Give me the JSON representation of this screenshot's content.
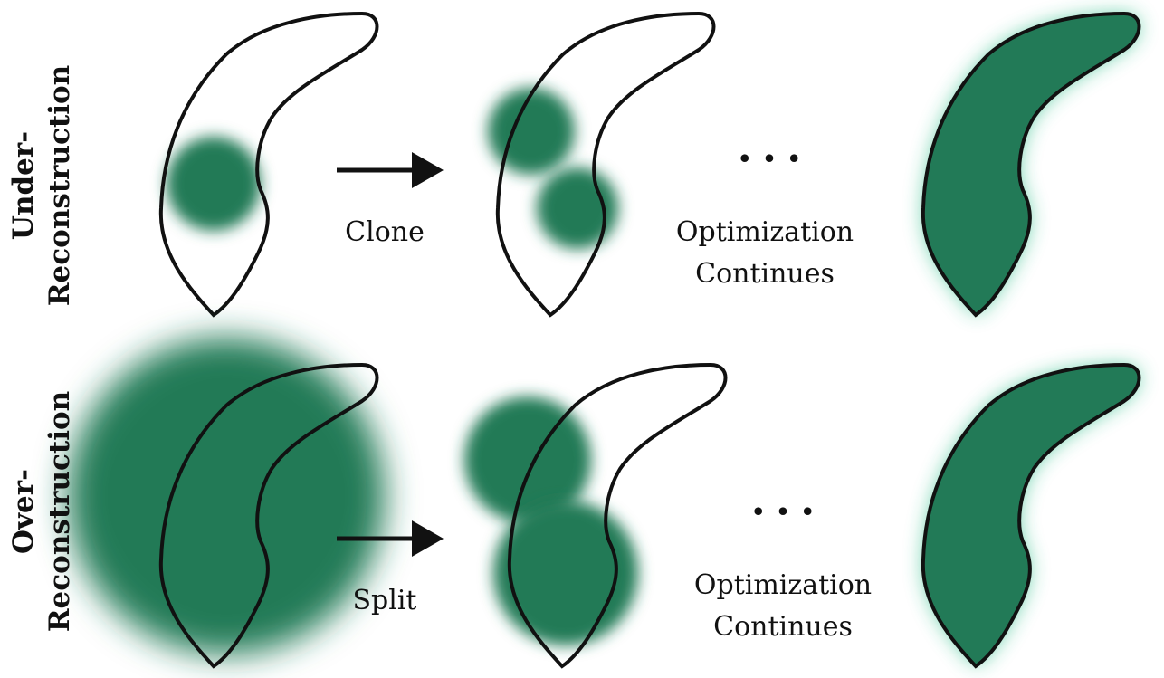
{
  "colors": {
    "gaussian": "#227a57",
    "glow": "#2fbf8a",
    "outline": "#111111"
  },
  "rows": [
    {
      "label_line1": "Under-",
      "label_line2": "Reconstruction",
      "operation": "Clone",
      "continue_line1": "Optimization",
      "continue_line2": "Continues",
      "ellipsis": "• • •"
    },
    {
      "label_line1": "Over-",
      "label_line2": "Reconstruction",
      "operation": "Split",
      "continue_line1": "Optimization",
      "continue_line2": "Continues",
      "ellipsis": "• • •"
    }
  ]
}
